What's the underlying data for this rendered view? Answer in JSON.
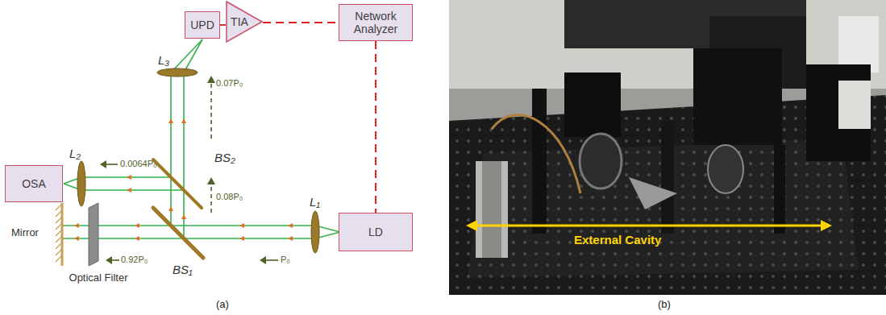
{
  "diagram": {
    "nodes": [
      {
        "text": [
          "UPD"
        ]
      },
      {
        "text": [
          "TIA"
        ]
      },
      {
        "text": [
          "Network Analyzer"
        ]
      },
      {
        "text": [
          "OSA"
        ]
      },
      {
        "text": [
          "LD"
        ]
      }
    ],
    "edges": [
      {
        "from": 0,
        "to": 1,
        "arrow": "none"
      },
      {
        "from": 1,
        "to": 2,
        "arrow": "none"
      },
      {
        "from": 2,
        "to": 4,
        "arrow": "none"
      }
    ],
    "labels": [
      "L₃",
      "0.07P₀",
      "L₂",
      "0.0064P₀",
      "BS₂",
      "0.08P₀",
      "Mirror",
      "L₁",
      "BS₁",
      "0.92P₀",
      "P₀",
      "Optical Filter",
      "External Cavity",
      "(a)",
      "(b)"
    ]
  }
}
